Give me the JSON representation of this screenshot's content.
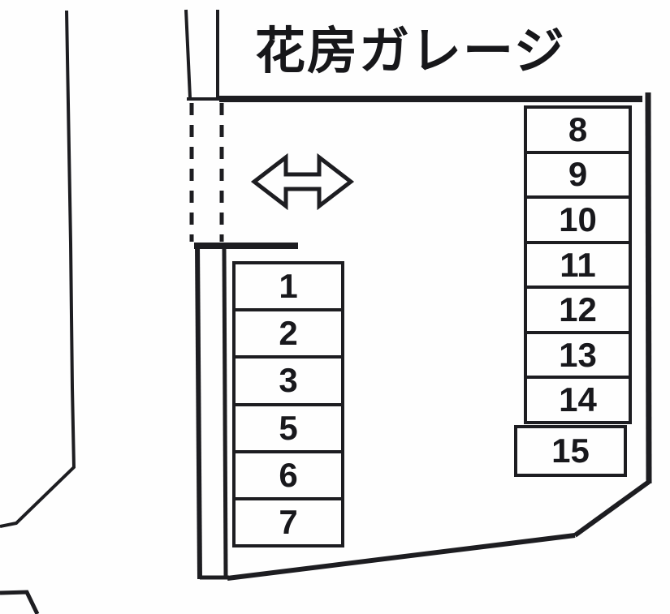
{
  "title": "花房ガレージ",
  "spaces": {
    "left": [
      "1",
      "2",
      "3",
      "5",
      "6",
      "7"
    ],
    "right": [
      "8",
      "9",
      "10",
      "11",
      "12",
      "13",
      "14"
    ],
    "detached": "15"
  },
  "icons": {
    "arrow": "two-way-arrow"
  },
  "colors": {
    "ink": "#1d1d21",
    "paper": "#fefefe"
  }
}
